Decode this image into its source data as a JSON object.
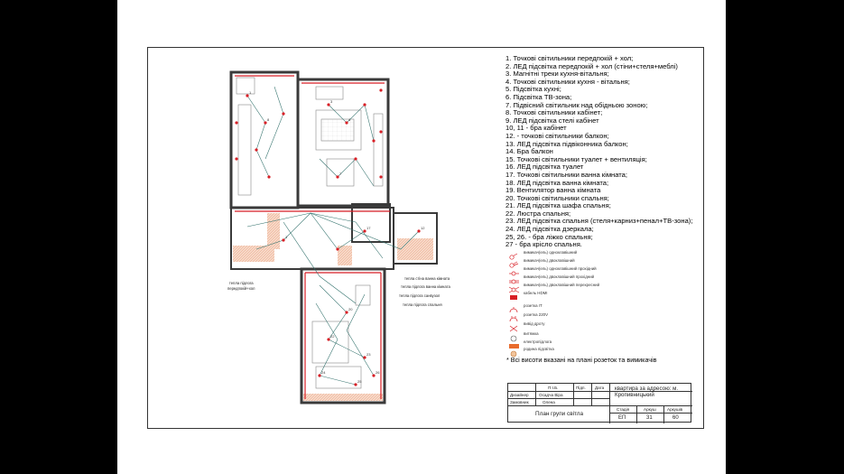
{
  "legend": [
    "1. Точкові світильники передпокій + хол;",
    "2. ЛЕД підсвітка передпокій + хол (стіни+стеля+меблі)",
    "3. Магнітні треки кухня-вітальня;",
    "4. Точкові світильники кухня - вітальня;",
    "5. Підсвітка кухні;",
    "6. Підсвітка ТВ-зона;",
    "7. Підвісний світильник над обідньою зоною;",
    "8. Точкові світильники кабінет;",
    "9. ЛЕД підсвітка стелі кабінет",
    "10, 11 - бра кабінет",
    "12. - точкові світильники балкон;",
    "13. ЛЕД підсвітка підвіконника балкон;",
    "14. Бра балкон",
    "15. Точкові світильники туалет + вентиляція;",
    "16. ЛЕД підсвітка туалет",
    "17. Точкові світильники ванна кімната;",
    "18. ЛЕД підсвітка ванна кімната;",
    "19. Вентилятор ванна кімната",
    "20. Точкові світильники спальня;",
    "21. ЛЕД підсвітка шафа спальня;",
    "22. Люстра спальня;",
    "23. ЛЕД підсвітка спальня (стеля+карниз+пенал+ТВ-зона);",
    "24. ЛЕД підсвітка дзеркала;",
    "25, 26. - бра ліжко спальня;",
    "27 - бра крісло спальня."
  ],
  "symbols": [
    {
      "icon": "single-switch-icon",
      "label": "вимикач(ель) одноклавішний"
    },
    {
      "icon": "double-switch-icon",
      "label": "вимикач(ель) двоклавішний"
    },
    {
      "icon": "single-pass-switch-icon",
      "label": "вимикач(ель) одноклавішний прохідний"
    },
    {
      "icon": "double-pass-switch-icon",
      "label": "вимикач(ель) двоклавішний прохідний"
    },
    {
      "icon": "double-cross-switch-icon",
      "label": "вимикач(ель) двоклавішний перехресний"
    },
    {
      "icon": "hdmi-cable-icon",
      "label": "кабель HDMI"
    },
    {
      "icon": "it-socket-icon",
      "label": "розетка IT"
    },
    {
      "icon": "socket-220-icon",
      "label": "розетка 220V"
    },
    {
      "icon": "wire-outlet-icon",
      "label": "вивід дроту"
    },
    {
      "icon": "exhaust-icon",
      "label": "витяжка"
    },
    {
      "icon": "heated-floor-icon",
      "label": "електропідлога"
    },
    {
      "icon": "led-strip-icon",
      "label": "родина підсвітка"
    }
  ],
  "note": "* Всі висоти вказані на плані розеток та вимикачів",
  "title_block": {
    "pib": "П.І.Б.",
    "sign": "Підп.",
    "date": "Дата",
    "designer_role": "Дизайнер",
    "designer_name": "Осадча Віра",
    "client_role": "Замовник",
    "client_name": "Олена",
    "address": "квартира за адресою: м. Кропивницький",
    "stage_label": "Стадія",
    "sheet_label": "Аркуш",
    "sheets_label": "Аркушів",
    "stage": "ЕП",
    "sheet": "31",
    "sheets": "60",
    "title": "План групи світла"
  },
  "annotations": {
    "hall_floor": "тепла підлога\nпередпокій+хол",
    "bath_wall": "тепла стіна ванна кімната",
    "bath_floor": "тепла підлога ванна кімната",
    "wc_floor": "тепла підлога санвузол",
    "bedroom_floor": "тепла підлога спальня"
  },
  "colors": {
    "background": "#000000",
    "sheet": "#ffffff",
    "wiring": "#2f6f6a",
    "fixtures": "#d81f26",
    "walls": "#3a3a3a"
  }
}
